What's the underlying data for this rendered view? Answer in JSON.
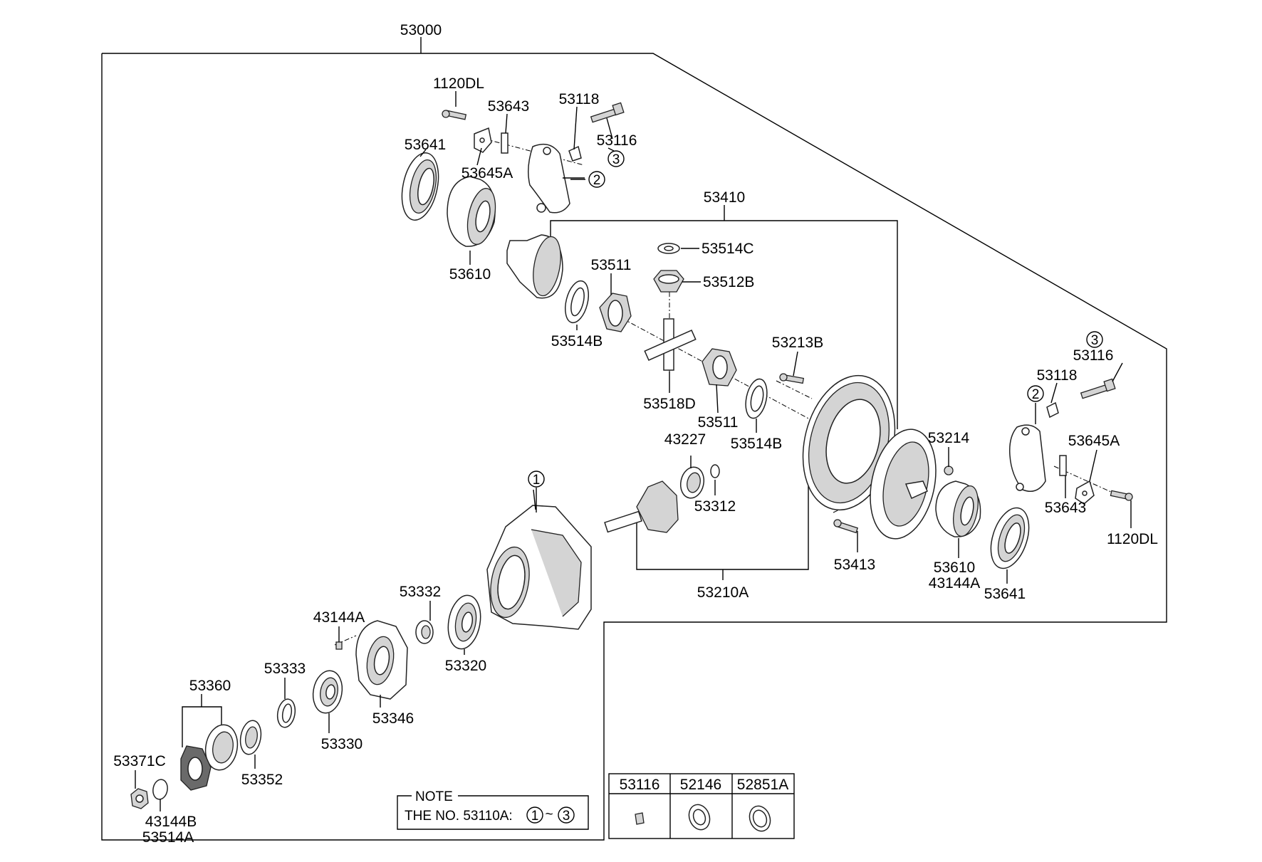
{
  "diagram": {
    "assembly": "53000",
    "sub_differential": "53410",
    "sub_gear_set": "53210A",
    "sub_pinion_set": "53360"
  },
  "labels": {
    "p1120dl_top": "1120DL",
    "p53643_top": "53643",
    "p53118_top": "53118",
    "p53116_top": "53116",
    "p53641_top": "53641",
    "p53645a_top": "53645A",
    "p53610_top": "53610",
    "p53514c": "53514C",
    "p53511_top": "53511",
    "p53512b": "53512B",
    "p53514b_left": "53514B",
    "p53518d": "53518D",
    "p53511_bottom": "53511",
    "p53514b_right": "53514B",
    "p53213b": "53213B",
    "p53214": "53214",
    "p43227": "43227",
    "p53312": "53312",
    "p53413": "53413",
    "p53610_right": "53610",
    "p43144a_right": "43144A",
    "p53641_right": "53641",
    "p53116_right": "53116",
    "p53118_right": "53118",
    "p53645a_right": "53645A",
    "p53643_right": "53643",
    "p1120dl_right": "1120DL",
    "p53332": "53332",
    "p53320": "53320",
    "p43144a_left": "43144A",
    "p53346": "53346",
    "p53333": "53333",
    "p53330": "53330",
    "p53352": "53352",
    "p53371c": "53371C",
    "p43144b": "43144B",
    "p53514a": "53514A"
  },
  "callouts": {
    "c1": "1",
    "c2": "2",
    "c3": "3"
  },
  "note": {
    "title": "NOTE",
    "text": "THE NO. 53110A:",
    "range_from": "1",
    "range_sep": "~",
    "range_to": "3"
  },
  "table": {
    "headers": [
      "53116",
      "52146",
      "52851A"
    ]
  }
}
